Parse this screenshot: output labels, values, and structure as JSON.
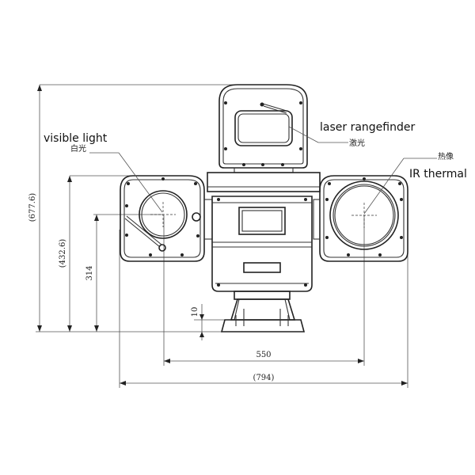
{
  "labels": {
    "visible_light": "visible light",
    "visible_light_cn": "白光",
    "laser": "laser rangefinder",
    "laser_cn": "激光",
    "ir_cn": "热像",
    "ir": "IR thermal"
  },
  "dimensions": {
    "total_height": "(677.6)",
    "mid_height": "(432.6)",
    "lens_height": "314",
    "base_height": "10",
    "lens_spacing": "550",
    "total_width": "(794)"
  },
  "colors": {
    "line": "#222222",
    "dimension_line": "#555555"
  }
}
